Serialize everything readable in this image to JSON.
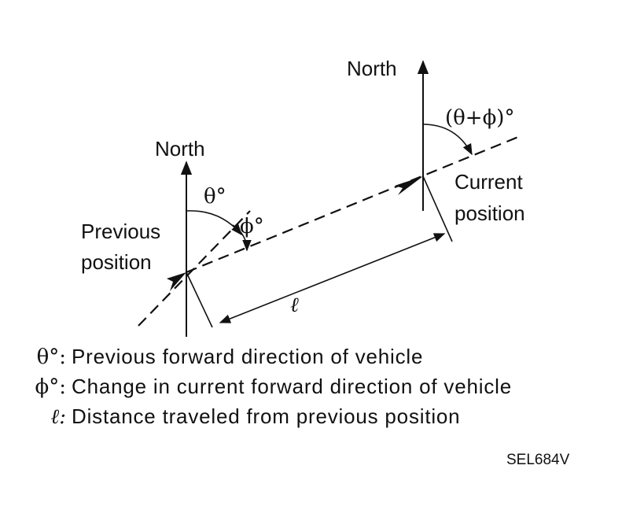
{
  "diagram": {
    "north_label_previous": "North",
    "north_label_current": "North",
    "angle_theta_label": "θ°",
    "angle_phi_label": "ϕ°",
    "angle_sum_label": "(θ+ϕ)°",
    "previous_position_line1": "Previous",
    "previous_position_line2": "position",
    "current_position_line1": "Current",
    "current_position_line2": "position",
    "distance_label": "ℓ"
  },
  "legend": [
    {
      "symbol": "θ°:",
      "text": "Previous forward direction of vehicle"
    },
    {
      "symbol": "ϕ°:",
      "text": "Change in current forward direction of vehicle"
    },
    {
      "symbol": "ℓ:",
      "text": "Distance traveled from previous position"
    }
  ],
  "figure_code": "SEL684V"
}
